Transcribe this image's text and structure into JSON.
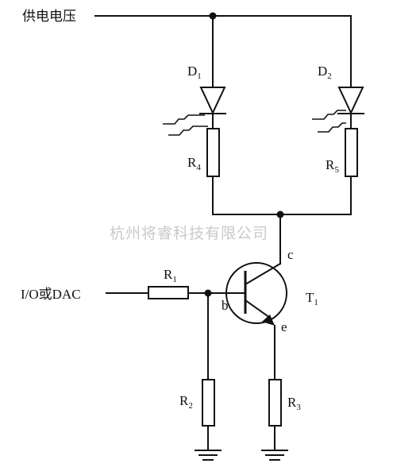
{
  "labels": {
    "supply": "供电电压",
    "input": "I/O或DAC",
    "d1_main": "D",
    "d1_sub": "1",
    "d2_main": "D",
    "d2_sub": "2",
    "r4_main": "R",
    "r4_sub": "4",
    "r5_main": "R",
    "r5_sub": "5",
    "r1_main": "R",
    "r1_sub": "1",
    "r2_main": "R",
    "r2_sub": "2",
    "r3_main": "R",
    "r3_sub": "3",
    "t1_main": "T",
    "t1_sub": "1",
    "collector": "c",
    "base": "b",
    "emitter": "e"
  },
  "watermark": "杭州将睿科技有限公司",
  "icons": [
    "led-icon",
    "resistor-icon",
    "npn-transistor-icon",
    "ground-icon",
    "light-emission-icon"
  ]
}
